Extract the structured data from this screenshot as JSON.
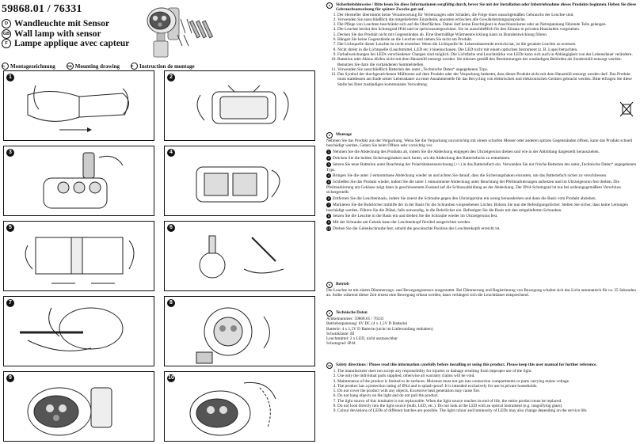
{
  "header": {
    "article_number": "59868.01 / 76331",
    "title_de": "Wandleuchte mit Sensor",
    "title_en": "Wall lamp with sensor",
    "title_fr": "Lampe applique avec capteur",
    "flag_de": "D",
    "flag_en": "GB",
    "flag_fr": "F"
  },
  "mounting_heads": {
    "de": "Montagezeichnung",
    "en": "Mounting drawing",
    "fr": "Instruction de montage"
  },
  "steps": [
    "1",
    "2",
    "3",
    "4",
    "5",
    "6",
    "7",
    "8",
    "9",
    "10"
  ],
  "safety_de": {
    "flag": "D",
    "title": "Sicherheitshinweise / Bitte lesen Sie diese Informationen sorgfältig durch, bevor Sie mit der Installation oder Inbetriebnahme dieses Produkts beginnen. Heben Sie diese Gebrauchsanweisung für spätere Zwecke gut auf.",
    "items": [
      "Der Hersteller übernimmt keine Verantwortung für Verletzungen oder Schäden, die Folge eines unsachgemäßen Gebrauchs der Leuchte sind.",
      "Verwenden Sie ausschließlich die mitgelieferten Einzelteile, anonsten erlöschen alle Gewährleistungsansprüche.",
      "Die Pflege von Leuchten beschränkt sich auf die Oberflächen. Dabei darf keine Feuchtigkeit in Anschlussräume oder an Netzspannung führende Teile gelangen.",
      "Die Leuchte besitzt den Schutzgrad IP44 und ist spritzwassergeschützt. Sie ist ausschließlich für den Einsatz in privaten Haushalten vorgesehen.",
      "Decken Sie das Produkt nicht mit Gegenständen ab. Eine übermäßige Wärmeentwicklung kann zu Brandentwicklung führen.",
      "Hängen Sie keine Gegenstände an die Leuchte und ziehen Sie nicht am Produkt.",
      "Die Lichtquelle dieser Leuchte ist nicht ersetzbar. Wenn die Lichtquelle ihr Lebensdauerende erreicht hat, ist die gesamte Leuchte zu ersetzen.",
      "Nicht direkt in die Lichtquelle (Leuchtmittel, LED etc.) hineinschauen. Die LED nicht mit einem optischen Instrument (z. B. Lupe) betrachten.",
      "Farbabweichungen bei LEDs verschiedener Chargen sind möglich. Die Lichtfarbe und Leuchtstärke von LEDs kann sich auch in Abhängigkeit von der Lebensdauer verändern.",
      "Batterien oder Akkus dürfen nicht mit dem Hausmüll entsorgt werden. Sie müssen gemäß den Bestimmungen der zuständigen Behörden als Sondermüll entsorgt werden. Benutzen Sie dazu die vorhandenen Sammelstellen.",
      "Verwenden Sie ausschließlich Batterien des unter „Technische Daten“ angegebenen Typs.",
      "Das Symbol der durchgestrichenen Mülltonne auf dem Produkt oder der Verpackung bedeutet, dass dieses Produkt nicht mit dem Hausmüll entsorgt werden darf. Das Produkt muss stattdessen am Ende seiner Lebensdauer zu einer Annahmestelle für das Recycling von elektrischen und elektronischen Geräten gebracht werden. Bitte erfragen Sie diese Stelle bei Ihrer zuständigen kommunalen Verwaltung."
    ]
  },
  "montage": {
    "flag": "D",
    "title": "Montage",
    "intro": "Nehmen Sie das Produkt aus der Verpackung. Wenn Sie die Verpackung unvorsichtig mit einem scharfen Messer oder anderen spitzen Gegenständen öffnen, kann das Produkt schnell beschädigt werden. Gehen Sie beim Öffnen sehr vorsichtig vor.",
    "steps": [
      {
        "n": "1",
        "text": "Nehmen Sie die Abdeckung des Produkts ab, indem Sie die Abdeckung entgegen den Uhrzeigersinn drehen und wie in der Abbildung dargestellt herausziehen."
      },
      {
        "n": "2",
        "text": "Drücken Sie die beiden Sicherungshaken nach Innen, um die Abdeckung des Batteriefachs zu entnehmen."
      },
      {
        "n": "3",
        "text": "Setzen Sie neue Batterien unter Beachtung der Polaritätskennzeichnung (+/-) in das Batteriefach ein. Verwenden Sie nur frische Batterien des unter„Technische Daten“ angegebenen Typs."
      },
      {
        "n": "4",
        "text": "Bringen Sie die unter 2 entnommene Abdeckung wieder an und achten Sie darauf, dass die Sicherungshaken einrasten, um das Batteriefach sicher zu verschliessen."
      },
      {
        "n": "5",
        "text": "Schließen Sie das Produkt wieder, indem Sie die unter 1 entnommene Abdeckung unter Beachtung der Pfeilmarkierungen aufsetzen und im Uhrzeigersinn fest drehen. Die Pfeilmarkierung am Gehäuse zeigt dann in geschlossenem Zustand auf die Schlossabbildung an der Abdeckung. Der IP44-Schutzgrad ist nur bei ordnungsgemäßem Verschluss sichergestellt."
      },
      {
        "n": "6",
        "text": "Entfernen Sie die Leuchtenbasis, indem Sie zuerst die Schraube gegen den Uhrzeigersinn ein wenig herausdrehen und dann die Basis vom Produkt abziehen."
      },
      {
        "n": "7",
        "text": "Markieren Sie die Bohrlöcher mithilfe der in der Basis für die Schrauben vorgesehenen Löcher. Bohren Sie nun die Befestigungslöcher. Stellen Sie sicher, dass keine Leitungen beschädigt werden. Führen Sie die Dübel, falls notwendig, in die Bohrlöcher ein. Befestigen Sie die Basis mit den mitgelieferten Schrauben."
      },
      {
        "n": "8",
        "text": "Setzen Sie die Leuchte in die Basis ein und drehen Sie die Schraube wieder im Uhrzeigersinn fest."
      },
      {
        "n": "9",
        "text": "Mit der Schraube am Gelenk kann der Leuchtenkopf flexibel ausgerichtet werden."
      },
      {
        "n": "10",
        "text": "Drehen Sie die Gelenkschraube fest, sobald die gewünschte Position des Leuchtenkopfs erreicht ist."
      }
    ]
  },
  "betrieb": {
    "flag": "D",
    "title": "Betrieb",
    "text": "Die Leuchte ist mit einem Dämmerungs- und Bewegungssensor ausgestattet. Bei Dämmerung und Registrierung von Bewegung schaltet sich das Licht automatisch für ca. 25 Sekunden an. Sollte während dieser Zeit erneut eine Bewegung erfasst werden, dann verlängert sich die Leuchtdauer entsprechend."
  },
  "tech": {
    "flag": "D",
    "title": "Technische Daten",
    "lines": [
      "Artikelnummer: 59868.01 / 76331",
      "Betriebsspannung: 6V DC (4 x 1,5V D Batterie)",
      "Batterie: 4 x 1,5V D Batterie (nicht im Lieferumfang enthalten)",
      "Schutzklasse: III",
      "Leuchtmittel: 2 x LED, nicht austauschbar",
      "Schutzgrad: IP44"
    ]
  },
  "safety_en": {
    "flag": "GB",
    "title": "Safety directions / Please read this information carefully before installing or using this product. Please keep this user manual for further reference.",
    "items": [
      "The manufacturer does not accept any responsibility for injuries or damage resulting from improper use of the light.",
      "Use only the individual parts supplied, otherwise all warranty claims will be void.",
      "Maintenance of the product is limited to its surfaces. Moisture must not get into connection compartments or parts carrying mains voltage.",
      "The product has a protection rating of IP44 and is splash-proof. It is intended exclusively for use in private households.",
      "Do not cover the product with any objects. Excessive heat generation may cause fire.",
      "Do not hang objects on the light and do not pull the product.",
      "The light source of this luminaire is not replaceable. When the light source reaches its end of life, the entire product must be replaced.",
      "Do not look directly into the light source (bulb, LED, etc.). Do not look at the LED with an optical instrument (e.g. magnifying glass).",
      "Colour deviations of LEDs of different batches are possible. The light colour and luminosity of LEDs may also change depending on the service life."
    ]
  }
}
